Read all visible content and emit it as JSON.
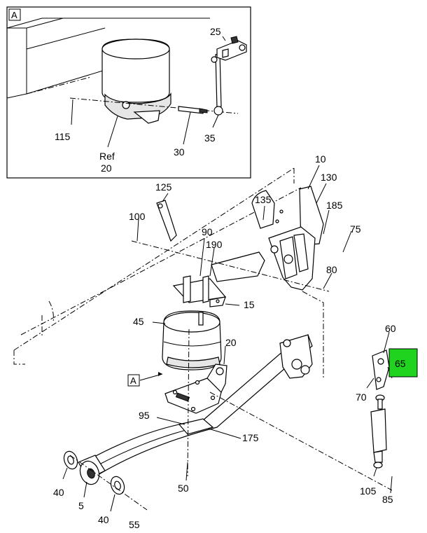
{
  "inset": {
    "box_label": "A",
    "callouts": {
      "c25": "25",
      "c115": "115",
      "c30": "30",
      "c35": "35",
      "ref_word": "Ref",
      "ref_num": "20"
    }
  },
  "main": {
    "view_marker": "A",
    "callouts": {
      "c10": "10",
      "c130": "130",
      "c125": "125",
      "c135": "135",
      "c185": "185",
      "c100": "100",
      "c75": "75",
      "c90": "90",
      "c190": "190",
      "c80": "80",
      "c15": "15",
      "c45": "45",
      "c20": "20",
      "c60": "60",
      "c65": "65",
      "c70": "70",
      "c95": "95",
      "c175": "175",
      "c40a": "40",
      "c5": "5",
      "c50": "50",
      "c40b": "40",
      "c55": "55",
      "c105": "105",
      "c85": "85"
    },
    "highlighted_callout": "65",
    "highlight_color": "#1fd31f"
  }
}
